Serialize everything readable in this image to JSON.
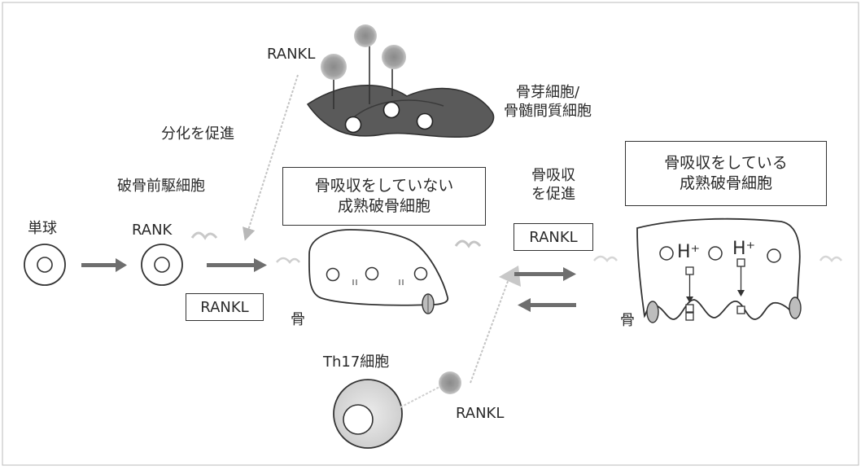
{
  "labels": {
    "rankl_top": "RANKL",
    "osteoblast_line1": "骨芽細胞/",
    "osteoblast_line2": "骨髄間質細胞",
    "promote_differentiation": "分化を促進",
    "precursor": "破骨前駆細胞",
    "monocyte": "単球",
    "rank": "RANK",
    "box_inactive_line1": "骨吸収をしていない",
    "box_inactive_line2": "成熟破骨細胞",
    "promote_resorption_line1": "骨吸収",
    "promote_resorption_line2": "を促進",
    "rankl_middle_tag": "RANKL",
    "box_active_line1": "骨吸収をしている",
    "box_active_line2": "成熟破骨細胞",
    "rankl_left_tag": "RANKL",
    "bone_left": "骨",
    "bone_right": "骨",
    "th17": "Th17細胞",
    "rankl_bottom": "RANKL",
    "proton_1": "H⁺",
    "proton_2": "H⁺"
  },
  "colors": {
    "line": "#333333",
    "arrow_fill": "#6e6e6e",
    "osteoblast": "#5c5c5c",
    "rankl_dot": "#9a9a9a",
    "signal_arrow": "#c4c4c4"
  }
}
